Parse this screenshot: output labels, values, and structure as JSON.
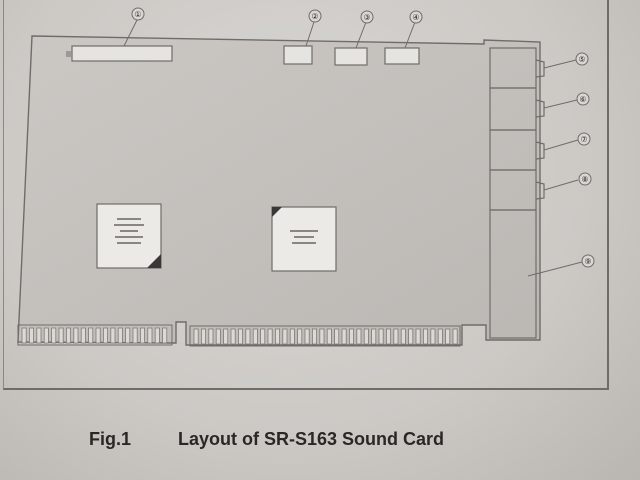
{
  "figure": {
    "number": "Fig.1",
    "title": "Layout of SR-S163 Sound Card"
  },
  "callouts": [
    "①",
    "②",
    "③",
    "④",
    "⑤",
    "⑥",
    "⑦",
    "⑧",
    "⑨"
  ],
  "colors": {
    "board_fill": "#c2bfbb",
    "board_stroke": "#6f6c69",
    "component_fill": "#e9e8e5",
    "ink": "#2a2826"
  }
}
